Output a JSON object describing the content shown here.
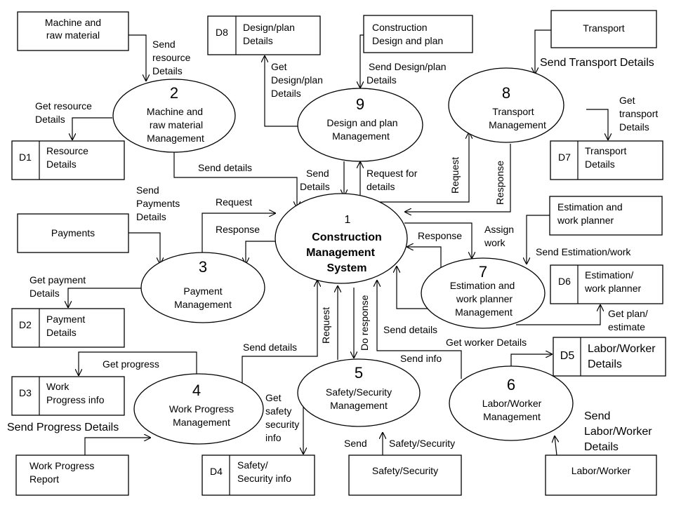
{
  "processes": {
    "p1": {
      "number": "1",
      "name": [
        "Construction",
        "Management",
        "System"
      ]
    },
    "p2": {
      "number": "2",
      "name": [
        "Machine and",
        "raw material",
        "Management"
      ]
    },
    "p3": {
      "number": "3",
      "name": [
        "Payment",
        "Management"
      ]
    },
    "p4": {
      "number": "4",
      "name": [
        "Work Progress",
        "Management"
      ]
    },
    "p5": {
      "number": "5",
      "name": [
        "Safety/Security",
        "Management"
      ]
    },
    "p6": {
      "number": "6",
      "name": [
        "Labor/Worker",
        "Management"
      ]
    },
    "p7": {
      "number": "7",
      "name": [
        "Estimation and",
        "work planner",
        "Management"
      ]
    },
    "p8": {
      "number": "8",
      "name": [
        "Transport",
        "Management"
      ]
    },
    "p9": {
      "number": "9",
      "name": [
        "Design and plan",
        "Management"
      ]
    }
  },
  "entities": {
    "machine": [
      "Machine and",
      "raw material"
    ],
    "construction": [
      "Construction",
      "Design and plan"
    ],
    "transport": [
      "Transport"
    ],
    "payments": [
      "Payments"
    ],
    "estimation": [
      "Estimation and",
      "work planner"
    ],
    "work_progress": [
      "Work Progress",
      "Report"
    ],
    "safety": [
      "Safety/Security"
    ],
    "labor": [
      "Labor/Worker"
    ]
  },
  "stores": {
    "d1": {
      "id": "D1",
      "name": [
        "Resource",
        "Details"
      ]
    },
    "d2": {
      "id": "D2",
      "name": [
        "Payment",
        "Details"
      ]
    },
    "d3": {
      "id": "D3",
      "name": [
        "Work",
        "Progress info"
      ]
    },
    "d4": {
      "id": "D4",
      "name": [
        "Safety/",
        "Security info"
      ]
    },
    "d5": {
      "id": "D5",
      "name": [
        "Labor/Worker",
        "Details"
      ]
    },
    "d6": {
      "id": "D6",
      "name": [
        "Estimation/",
        "work planner"
      ]
    },
    "d7": {
      "id": "D7",
      "name": [
        "Transport",
        "Details"
      ]
    },
    "d8": {
      "id": "D8",
      "name": [
        "Design/plan",
        "Details"
      ]
    }
  },
  "flows": {
    "send_resource": [
      "Send",
      "resource",
      "Details"
    ],
    "get_resource": [
      "Get resource",
      "Details"
    ],
    "send_details_p2": [
      "Send details"
    ],
    "get_design": [
      "Get",
      "Design/plan",
      "Details"
    ],
    "send_design": [
      "Send Design/plan",
      "Details"
    ],
    "send_details_p9": [
      "Send",
      "Details"
    ],
    "request_for_details": [
      "Request for",
      "details"
    ],
    "send_transport": [
      "Send Transport Details"
    ],
    "get_transport": [
      "Get",
      "transport",
      "Details"
    ],
    "request_p8": [
      "Request"
    ],
    "response_p8": [
      "Response"
    ],
    "send_payments": [
      "Send",
      "Payments",
      "Details"
    ],
    "request_p3": [
      "Request"
    ],
    "response_p3": [
      "Response"
    ],
    "get_payment": [
      "Get payment",
      "Details"
    ],
    "response_p7": [
      "Response"
    ],
    "assign_work": [
      "Assign",
      "work"
    ],
    "send_estimation": [
      "Send Estimation/work"
    ],
    "get_plan": [
      "Get plan/",
      "estimate"
    ],
    "send_details_p7": [
      "Send details"
    ],
    "get_worker": [
      "Get worker Details"
    ],
    "send_labor": [
      "Send",
      "Labor/Worker",
      "Details"
    ],
    "get_progress": [
      "Get progress"
    ],
    "send_progress": [
      "Send Progress Details"
    ],
    "send_details_p4": [
      "Send details"
    ],
    "request_p5": [
      "Request"
    ],
    "do_response": [
      "Do response"
    ],
    "send_info": [
      "Send info"
    ],
    "get_safety": [
      "Get",
      "safety",
      "security",
      "info"
    ],
    "send_safety_a": [
      "Send"
    ],
    "send_safety_b": [
      "Safety/Security"
    ]
  }
}
